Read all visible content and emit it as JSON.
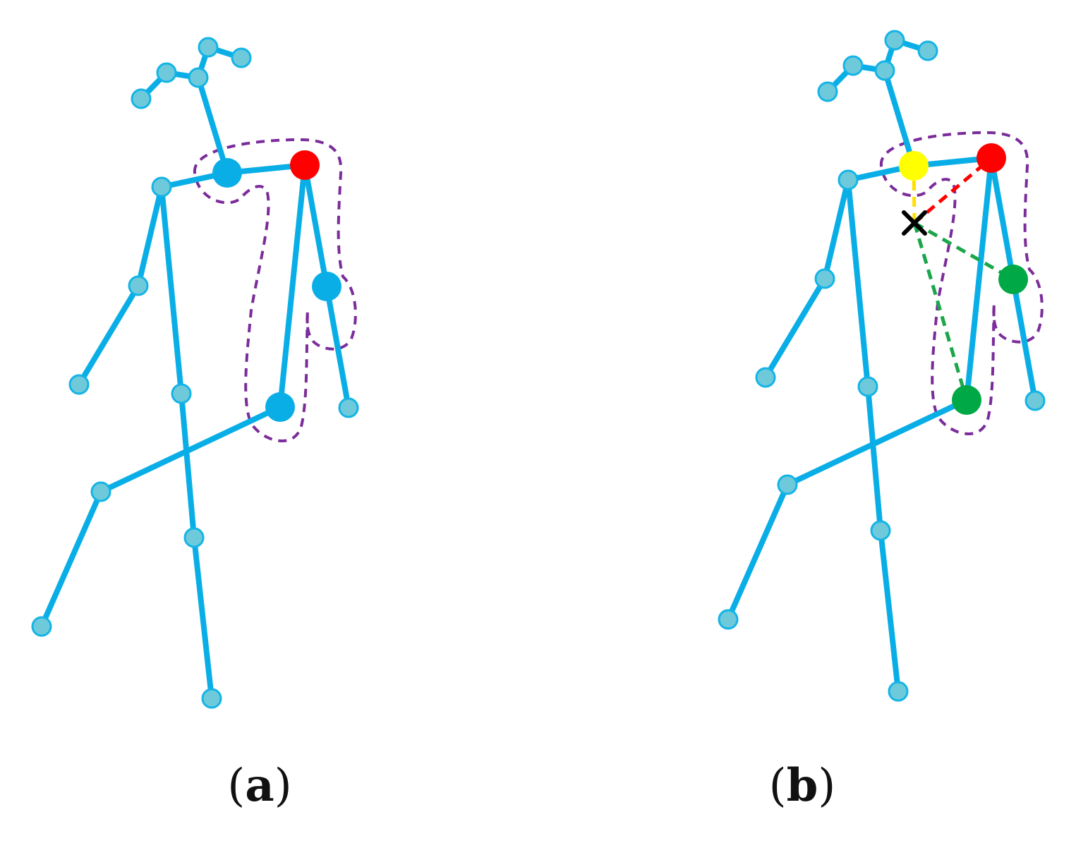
{
  "panels": [
    {
      "id": "a",
      "label": {
        "open": "(",
        "letter": "a",
        "close": ")"
      }
    },
    {
      "id": "b",
      "label": {
        "open": "(",
        "letter": "b",
        "close": ")"
      }
    }
  ],
  "colors": {
    "bone": "#0aaee6",
    "joint_fill": "#6ecadb",
    "joint_stroke": "#14b4e6",
    "highlight_joint": "#0aaee6",
    "root_joint": "#ff0000",
    "parent_joint": "#ffff00",
    "child_joint": "#00a846",
    "region_outline": "#7b2c9a",
    "link_red": "#ff0000",
    "link_yellow": "#ffe000",
    "link_green": "#1aa64a",
    "center_mark": "#000000"
  }
}
